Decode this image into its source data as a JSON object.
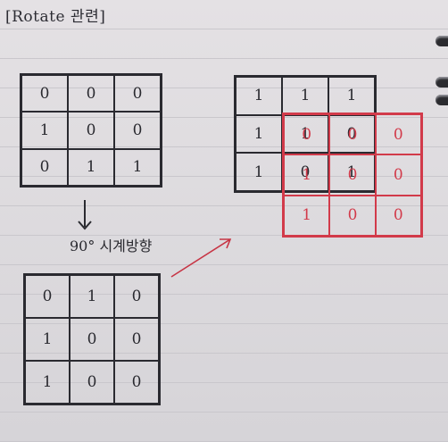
{
  "title": "[Rotate 관련]",
  "caption": "90° 시계방향",
  "original": [
    [
      "0",
      "0",
      "0"
    ],
    [
      "1",
      "0",
      "0"
    ],
    [
      "0",
      "1",
      "1"
    ]
  ],
  "rotated": [
    [
      "0",
      "1",
      "0"
    ],
    [
      "1",
      "0",
      "0"
    ],
    [
      "1",
      "0",
      "0"
    ]
  ],
  "overlay_black": [
    [
      "1",
      "1",
      "1"
    ],
    [
      "1",
      "1",
      "0"
    ],
    [
      "1",
      "0",
      "1"
    ]
  ],
  "overlay_red": [
    [
      "0",
      "0",
      "0"
    ],
    [
      "1",
      "0",
      "0"
    ],
    [
      "1",
      "0",
      "0"
    ]
  ]
}
